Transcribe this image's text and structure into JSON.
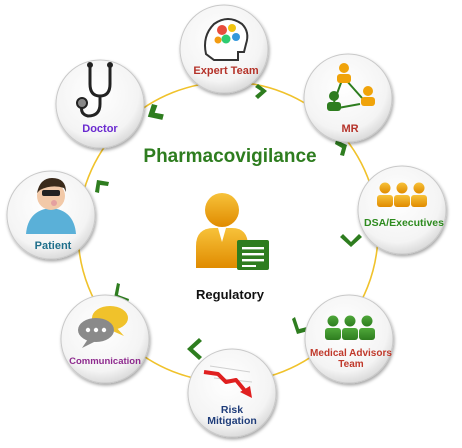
{
  "diagram": {
    "title": "Pharmacovigilance",
    "center": {
      "label": "Regulatory",
      "icon": "regulatory-person-document-icon"
    },
    "nodes": [
      {
        "id": "expert-team",
        "label": "Expert Team",
        "label_color": "#b5332a",
        "icon": "brain-gears-icon"
      },
      {
        "id": "mr",
        "label": "MR",
        "label_color": "#b5332a",
        "icon": "connected-people-icon"
      },
      {
        "id": "dsa-executives",
        "label": "DSA/Executives",
        "label_color": "#2e8b1f",
        "icon": "people-group-orange-icon"
      },
      {
        "id": "medical-advisors-team",
        "label_lines": [
          "Medical Advisors",
          "Team"
        ],
        "label_color": "#c0392b",
        "icon": "people-group-green-icon"
      },
      {
        "id": "risk-mitigation",
        "label_lines": [
          "Risk",
          "Mitigation"
        ],
        "label_color": "#1f3d7a",
        "icon": "declining-arrow-icon"
      },
      {
        "id": "communication",
        "label": "Communication",
        "label_color": "#8e2a8e",
        "icon": "speech-bubbles-icon"
      },
      {
        "id": "patient",
        "label": "Patient",
        "label_color": "#1f6f8b",
        "icon": "patient-icon"
      },
      {
        "id": "doctor",
        "label": "Doctor",
        "label_color": "#6a2ad0",
        "icon": "stethoscope-icon"
      }
    ],
    "colors": {
      "title": "#2e7d1f",
      "ring": "#f0c22b",
      "arrow": "#2e7d1f",
      "center_person": "#f0a30a",
      "node_circle_border": "#c9c9c9"
    }
  }
}
